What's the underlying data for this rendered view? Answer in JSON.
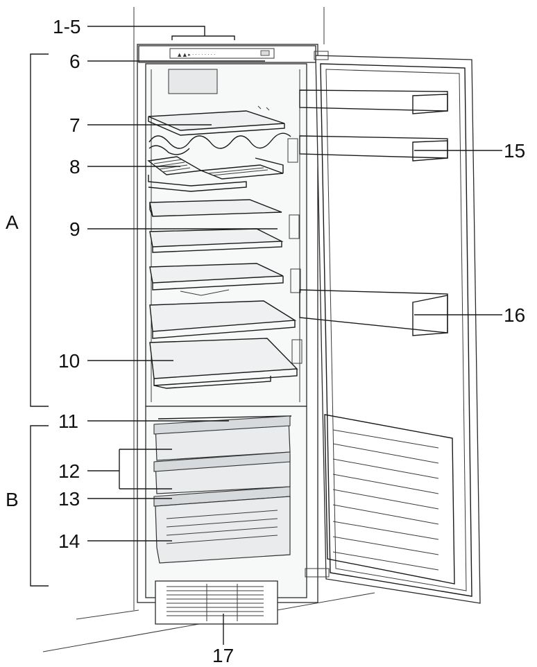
{
  "callouts": {
    "c1_5": "1-5",
    "c6": "6",
    "c7": "7",
    "c8": "8",
    "c9": "9",
    "c10": "10",
    "c11": "11",
    "c12": "12",
    "c13": "13",
    "c14": "14",
    "c15": "15",
    "c16": "16",
    "c17": "17",
    "zoneA": "A",
    "zoneB": "B"
  },
  "colors": {
    "line": "#1a1a1a",
    "shelf_glass": "#eef0f1",
    "drawer": "#e9ebec"
  }
}
